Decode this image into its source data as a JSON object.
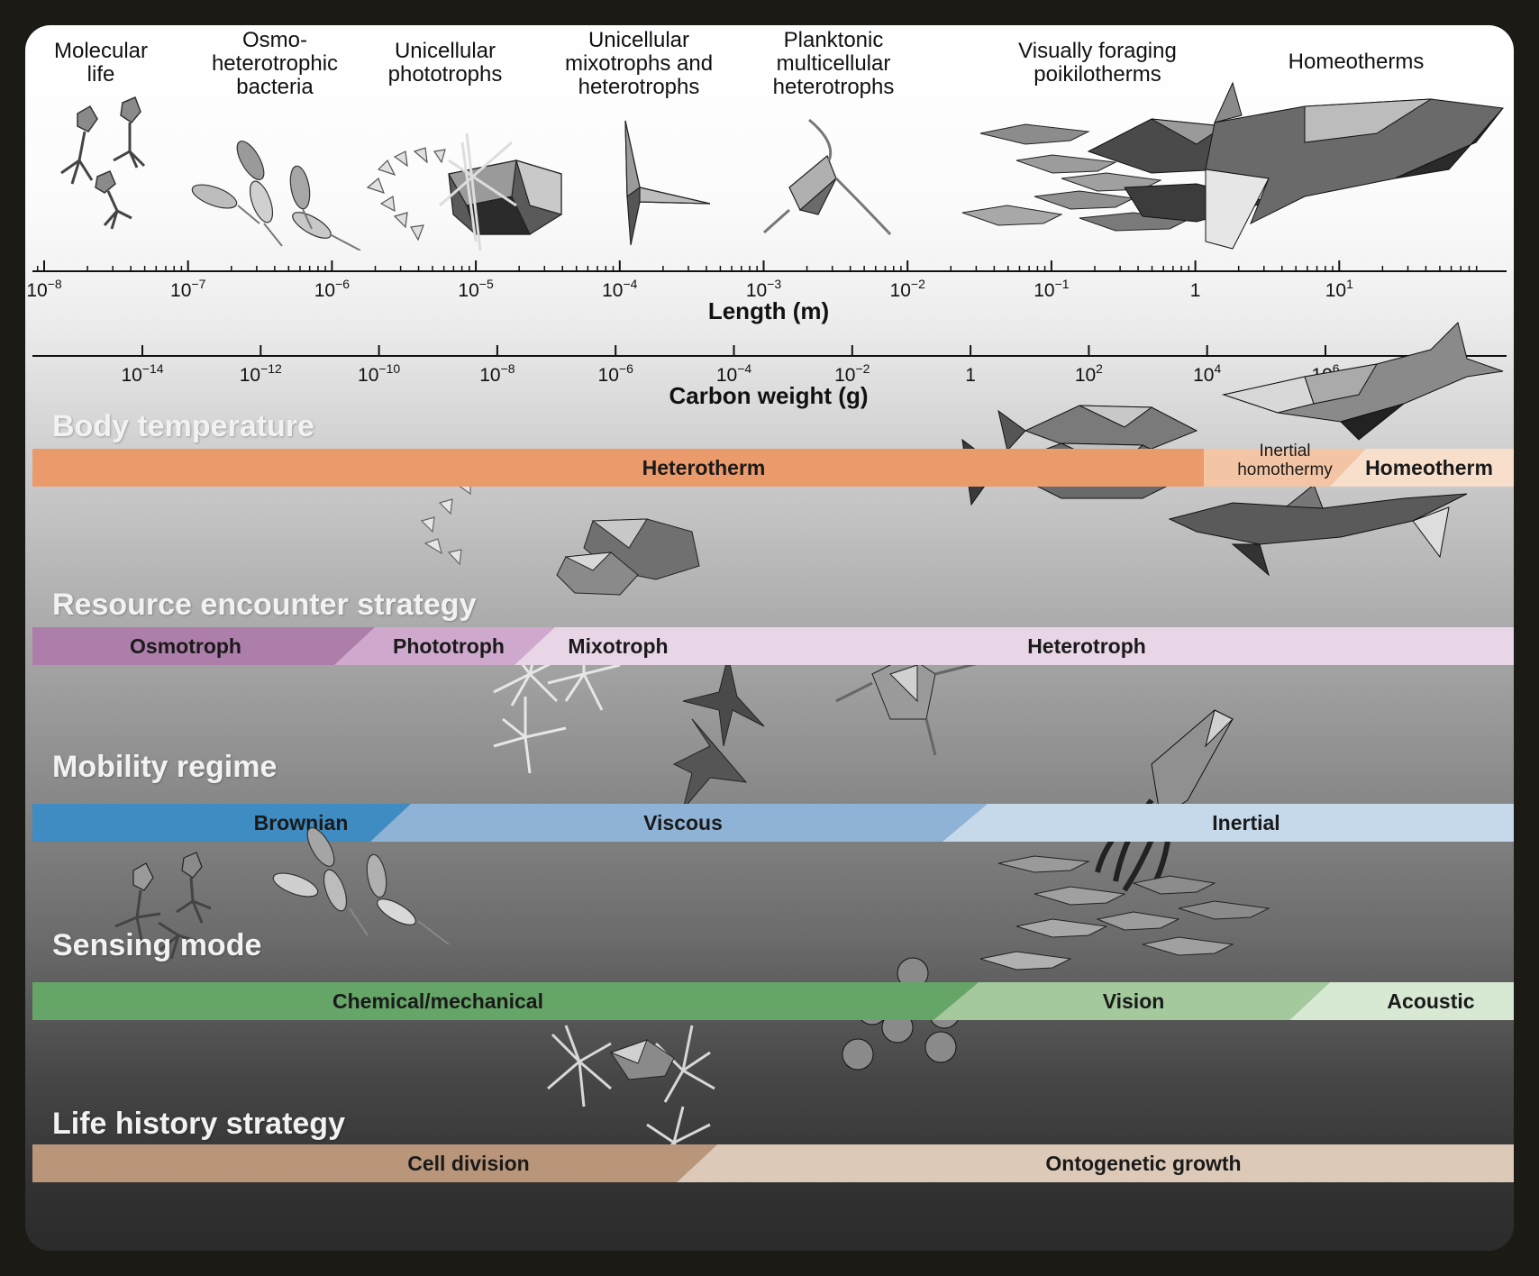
{
  "organism_groups": [
    {
      "id": "molecular-life",
      "lines": [
        "Molecular",
        "life"
      ]
    },
    {
      "id": "osmoheterotrophic-bacteria",
      "lines": [
        "Osmo-",
        "heterotrophic",
        "bacteria"
      ]
    },
    {
      "id": "unicellular-phototrophs",
      "lines": [
        "Unicellular",
        "phototrophs"
      ]
    },
    {
      "id": "unicellular-mixotrophs",
      "lines": [
        "Unicellular",
        "mixotrophs and",
        "heterotrophs"
      ]
    },
    {
      "id": "planktonic-multicellular",
      "lines": [
        "Planktonic",
        "multicellular",
        "heterotrophs"
      ]
    },
    {
      "id": "visually-foraging",
      "lines": [
        "Visually foraging",
        "poikilotherms"
      ]
    },
    {
      "id": "homeotherms",
      "lines": [
        "Homeotherms"
      ]
    }
  ],
  "length_axis": {
    "title": "Length (m)",
    "scale": "log",
    "tick_exponents": [
      -8,
      -7,
      -6,
      -5,
      -4,
      -3,
      -2,
      -1,
      0,
      1
    ],
    "tick_labels": [
      {
        "base": "10",
        "exp": "−8"
      },
      {
        "base": "10",
        "exp": "−7"
      },
      {
        "base": "10",
        "exp": "−6"
      },
      {
        "base": "10",
        "exp": "−5"
      },
      {
        "base": "10",
        "exp": "−4"
      },
      {
        "base": "10",
        "exp": "−3"
      },
      {
        "base": "10",
        "exp": "−2"
      },
      {
        "base": "10",
        "exp": "−1"
      },
      {
        "base": "1",
        "exp": ""
      },
      {
        "base": "10",
        "exp": "1"
      }
    ]
  },
  "weight_axis": {
    "title": "Carbon weight (g)",
    "scale": "log",
    "tick_labels": [
      {
        "base": "10",
        "exp": "−14"
      },
      {
        "base": "10",
        "exp": "−12"
      },
      {
        "base": "10",
        "exp": "−10"
      },
      {
        "base": "10",
        "exp": "−8"
      },
      {
        "base": "10",
        "exp": "−6"
      },
      {
        "base": "10",
        "exp": "−4"
      },
      {
        "base": "10",
        "exp": "−2"
      },
      {
        "base": "1",
        "exp": ""
      },
      {
        "base": "10",
        "exp": "2"
      },
      {
        "base": "10",
        "exp": "4"
      },
      {
        "base": "10",
        "exp": "6"
      }
    ]
  },
  "bands": {
    "body_temperature": {
      "title": "Body temperature",
      "heterotherm": "Heterotherm",
      "inertial_homothermy": [
        "Inertial",
        "homothermy"
      ],
      "homeotherm": "Homeotherm",
      "colors": [
        "#eb9a6c",
        "#f3c5a5",
        "#f8dfcb"
      ]
    },
    "resource_encounter": {
      "title": "Resource encounter strategy",
      "osmotroph": "Osmotroph",
      "phototroph": "Phototroph",
      "mixotroph": "Mixotroph",
      "heterotroph": "Heterotroph",
      "colors": [
        "#ac7ea9",
        "#cfa9cd",
        "#e8d6e6"
      ]
    },
    "mobility": {
      "title": "Mobility regime",
      "brownian": "Brownian",
      "viscous": "Viscous",
      "inertial": "Inertial",
      "colors": [
        "#3e8cc1",
        "#8fb3d6",
        "#c6d9ea"
      ]
    },
    "sensing": {
      "title": "Sensing mode",
      "chemical": "Chemical/mechanical",
      "vision": "Vision",
      "acoustic": "Acoustic",
      "colors": [
        "#65a567",
        "#a3c99c",
        "#d7e8d3"
      ]
    },
    "life_history": {
      "title": "Life history strategy",
      "cell_division": "Cell division",
      "ontogenetic": "Ontogenetic growth",
      "colors": [
        "#b9967a",
        "#dcc9b7"
      ]
    }
  },
  "illustrations": [
    "virus-icon",
    "bacteria-icon",
    "diatom-icon",
    "dinoflagellate-icon",
    "copepod-icon",
    "fish-school-icon",
    "whale-icon",
    "tuna-icon",
    "shark-icon",
    "squid-icon",
    "egg-icon"
  ]
}
